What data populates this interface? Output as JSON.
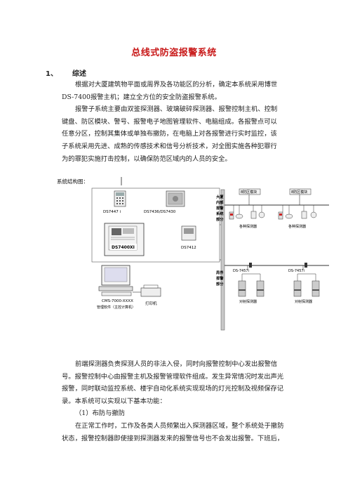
{
  "doc": {
    "title": "总线式防盗报警系统",
    "section1": {
      "num": "1、",
      "heading": "综述"
    },
    "paras_top": [
      "根据对大厦建筑物平面或周界及各功能区的分析，确定本系统采用博世",
      "DS-7400报警主机；建立全方位的安全防盗报警系统。",
      "报警子系统主要由双鉴探测器、玻璃破碎探测器、报警控制主机、控制",
      "键盘、防区模块、警号、报警电子地图管理软件、电脑组成。各报警点可以",
      "任意分区，控制其集体或单独布撤防，在电脑上对各报警进行实时监控，该",
      "子系统采用先进、成熟的传感技术和信号分析技术，对全图实施各种犯罪行",
      "为的罪犯实施打击控制，以确保防范区域内的人员的安全。"
    ],
    "paras_bottom": [
      "前端探测器负责探测人员的非法入侵，同时向报警控制中心发出报警信",
      "号。报警控制中心由报警主机及报警管理软件组成。发生异常情况时发出声光",
      "报警，同时联动监控系统、楼宇自动化系统实现现场的灯光控制及视频保存记",
      "录。本系统可以实现以下基本功能：",
      "（1）布防与撤防",
      "在正常工作时，工作及各类人员频繁出入探测器区域，整个系统处于撤防",
      "状态，报警控制器即使接到探测器发来的报警信号也不会发出报警。下班后，"
    ]
  },
  "diagram": {
    "caption": "系统结构图：",
    "devices": {
      "keypad1": "DS7447 i",
      "keypad2": "DS7436/DS7430",
      "panel": "DS7400XI",
      "module_small": "DS7412",
      "pc_label": "CMS-7000-XXXX",
      "pc_sub": "管理软件（主控计算机）",
      "printer": "打印机"
    },
    "zone_label_1": [
      "大厦",
      "内部",
      "报警",
      "系统",
      "部分"
    ],
    "zone_label_2": [
      "周界",
      "报警",
      "部分"
    ],
    "modules": [
      "8防区模块",
      "8防区模块"
    ],
    "detectors": [
      "各种探测器",
      "各种探测器"
    ],
    "perimeter_modules": [
      "DS-7457i",
      "DS-7457i"
    ],
    "perimeter_detectors": [
      "对射探测器",
      "对射探测器"
    ]
  }
}
